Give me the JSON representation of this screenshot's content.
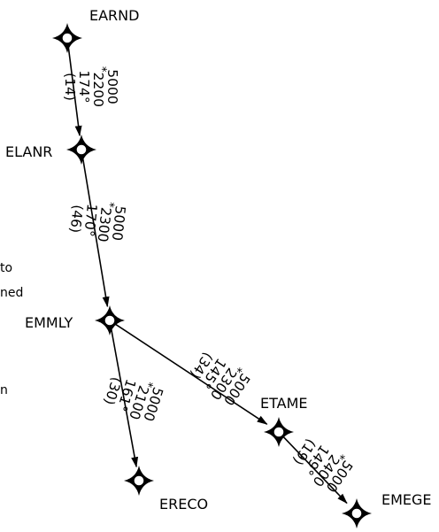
{
  "fixes": [
    {
      "id": "EARND",
      "name": "EARND"
    },
    {
      "id": "ELANR",
      "name": "ELANR"
    },
    {
      "id": "EMMLY",
      "name": "EMMLY"
    },
    {
      "id": "ETAME",
      "name": "ETAME"
    },
    {
      "id": "ERECO",
      "name": "ERECO"
    },
    {
      "id": "EMEGE",
      "name": "EMEGE"
    }
  ],
  "segments": [
    {
      "id": "earnd-elanr",
      "from": "EARND",
      "to": "ELANR",
      "max_altitude": "5000",
      "min_altitude": "2200",
      "course": "174°",
      "distance": "(14)"
    },
    {
      "id": "elanr-emmly",
      "from": "ELANR",
      "to": "EMMLY",
      "max_altitude": "5000",
      "min_altitude": "2300",
      "course": "170°",
      "distance": "(46)"
    },
    {
      "id": "emmly-ereco",
      "from": "EMMLY",
      "to": "ERECO",
      "max_altitude": "5000",
      "min_altitude": "2100",
      "course": "161°",
      "distance": "(30)"
    },
    {
      "id": "emmly-etame",
      "from": "EMMLY",
      "to": "ETAME",
      "max_altitude": "5000",
      "min_altitude": "2300",
      "course": "145°",
      "distance": "(34)"
    },
    {
      "id": "etame-emege",
      "from": "ETAME",
      "to": "EMEGE",
      "max_altitude": "5000",
      "min_altitude": "2400",
      "course": "149°",
      "distance": "(19)"
    }
  ],
  "altitude_marker": "*",
  "cropped_text": {
    "line1": "to",
    "line2": "ned",
    "line3": "n"
  }
}
